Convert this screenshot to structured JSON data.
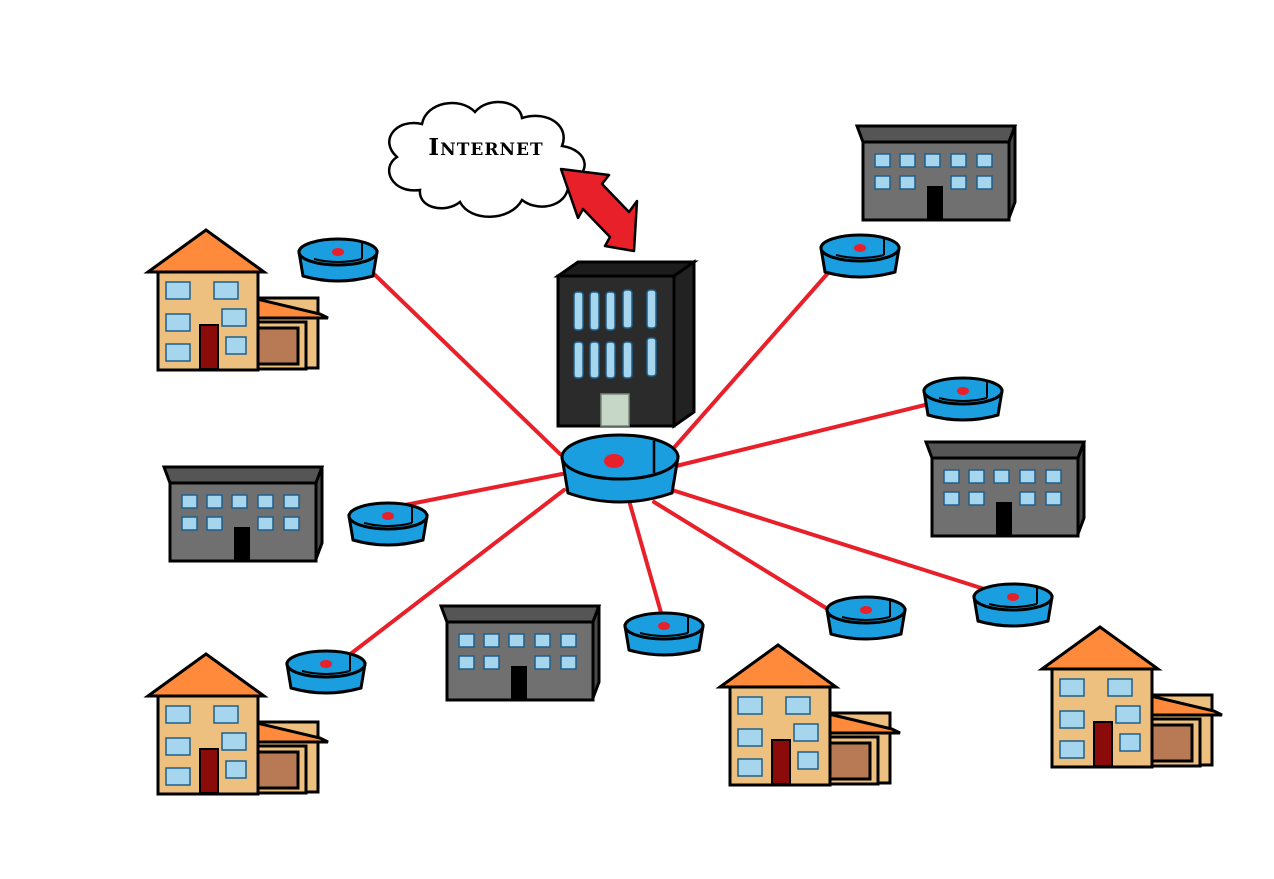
{
  "cloud": {
    "label": "Internet"
  },
  "colors": {
    "link": "#e8202a",
    "arrow": "#e8202a",
    "node": "#1a9ee0",
    "node_dot": "#e8202a",
    "house_wall": "#edc07f",
    "house_roof": "#ff8a3c",
    "house_door": "#8b0a0a",
    "garage_door": "#b87a55",
    "window": "#a6d6ee",
    "office": "#707070",
    "office_roof": "#555555",
    "hq": "#2b2b2b",
    "hq_window": "#a6d6ee",
    "hq_door": "#c7d7c7"
  },
  "diagram": {
    "hub": "central-node",
    "clients": [
      {
        "node": "node-house-top-left",
        "building": "house"
      },
      {
        "node": "node-office-top-right",
        "building": "office"
      },
      {
        "node": "node-office-right",
        "building": "office"
      },
      {
        "node": "node-office-left",
        "building": "office"
      },
      {
        "node": "node-house-bottom-left",
        "building": "house"
      },
      {
        "node": "node-office-bottom-center",
        "building": "office"
      },
      {
        "node": "node-house-bottom-center",
        "building": "house"
      },
      {
        "node": "node-house-bottom-right",
        "building": "house"
      }
    ]
  }
}
